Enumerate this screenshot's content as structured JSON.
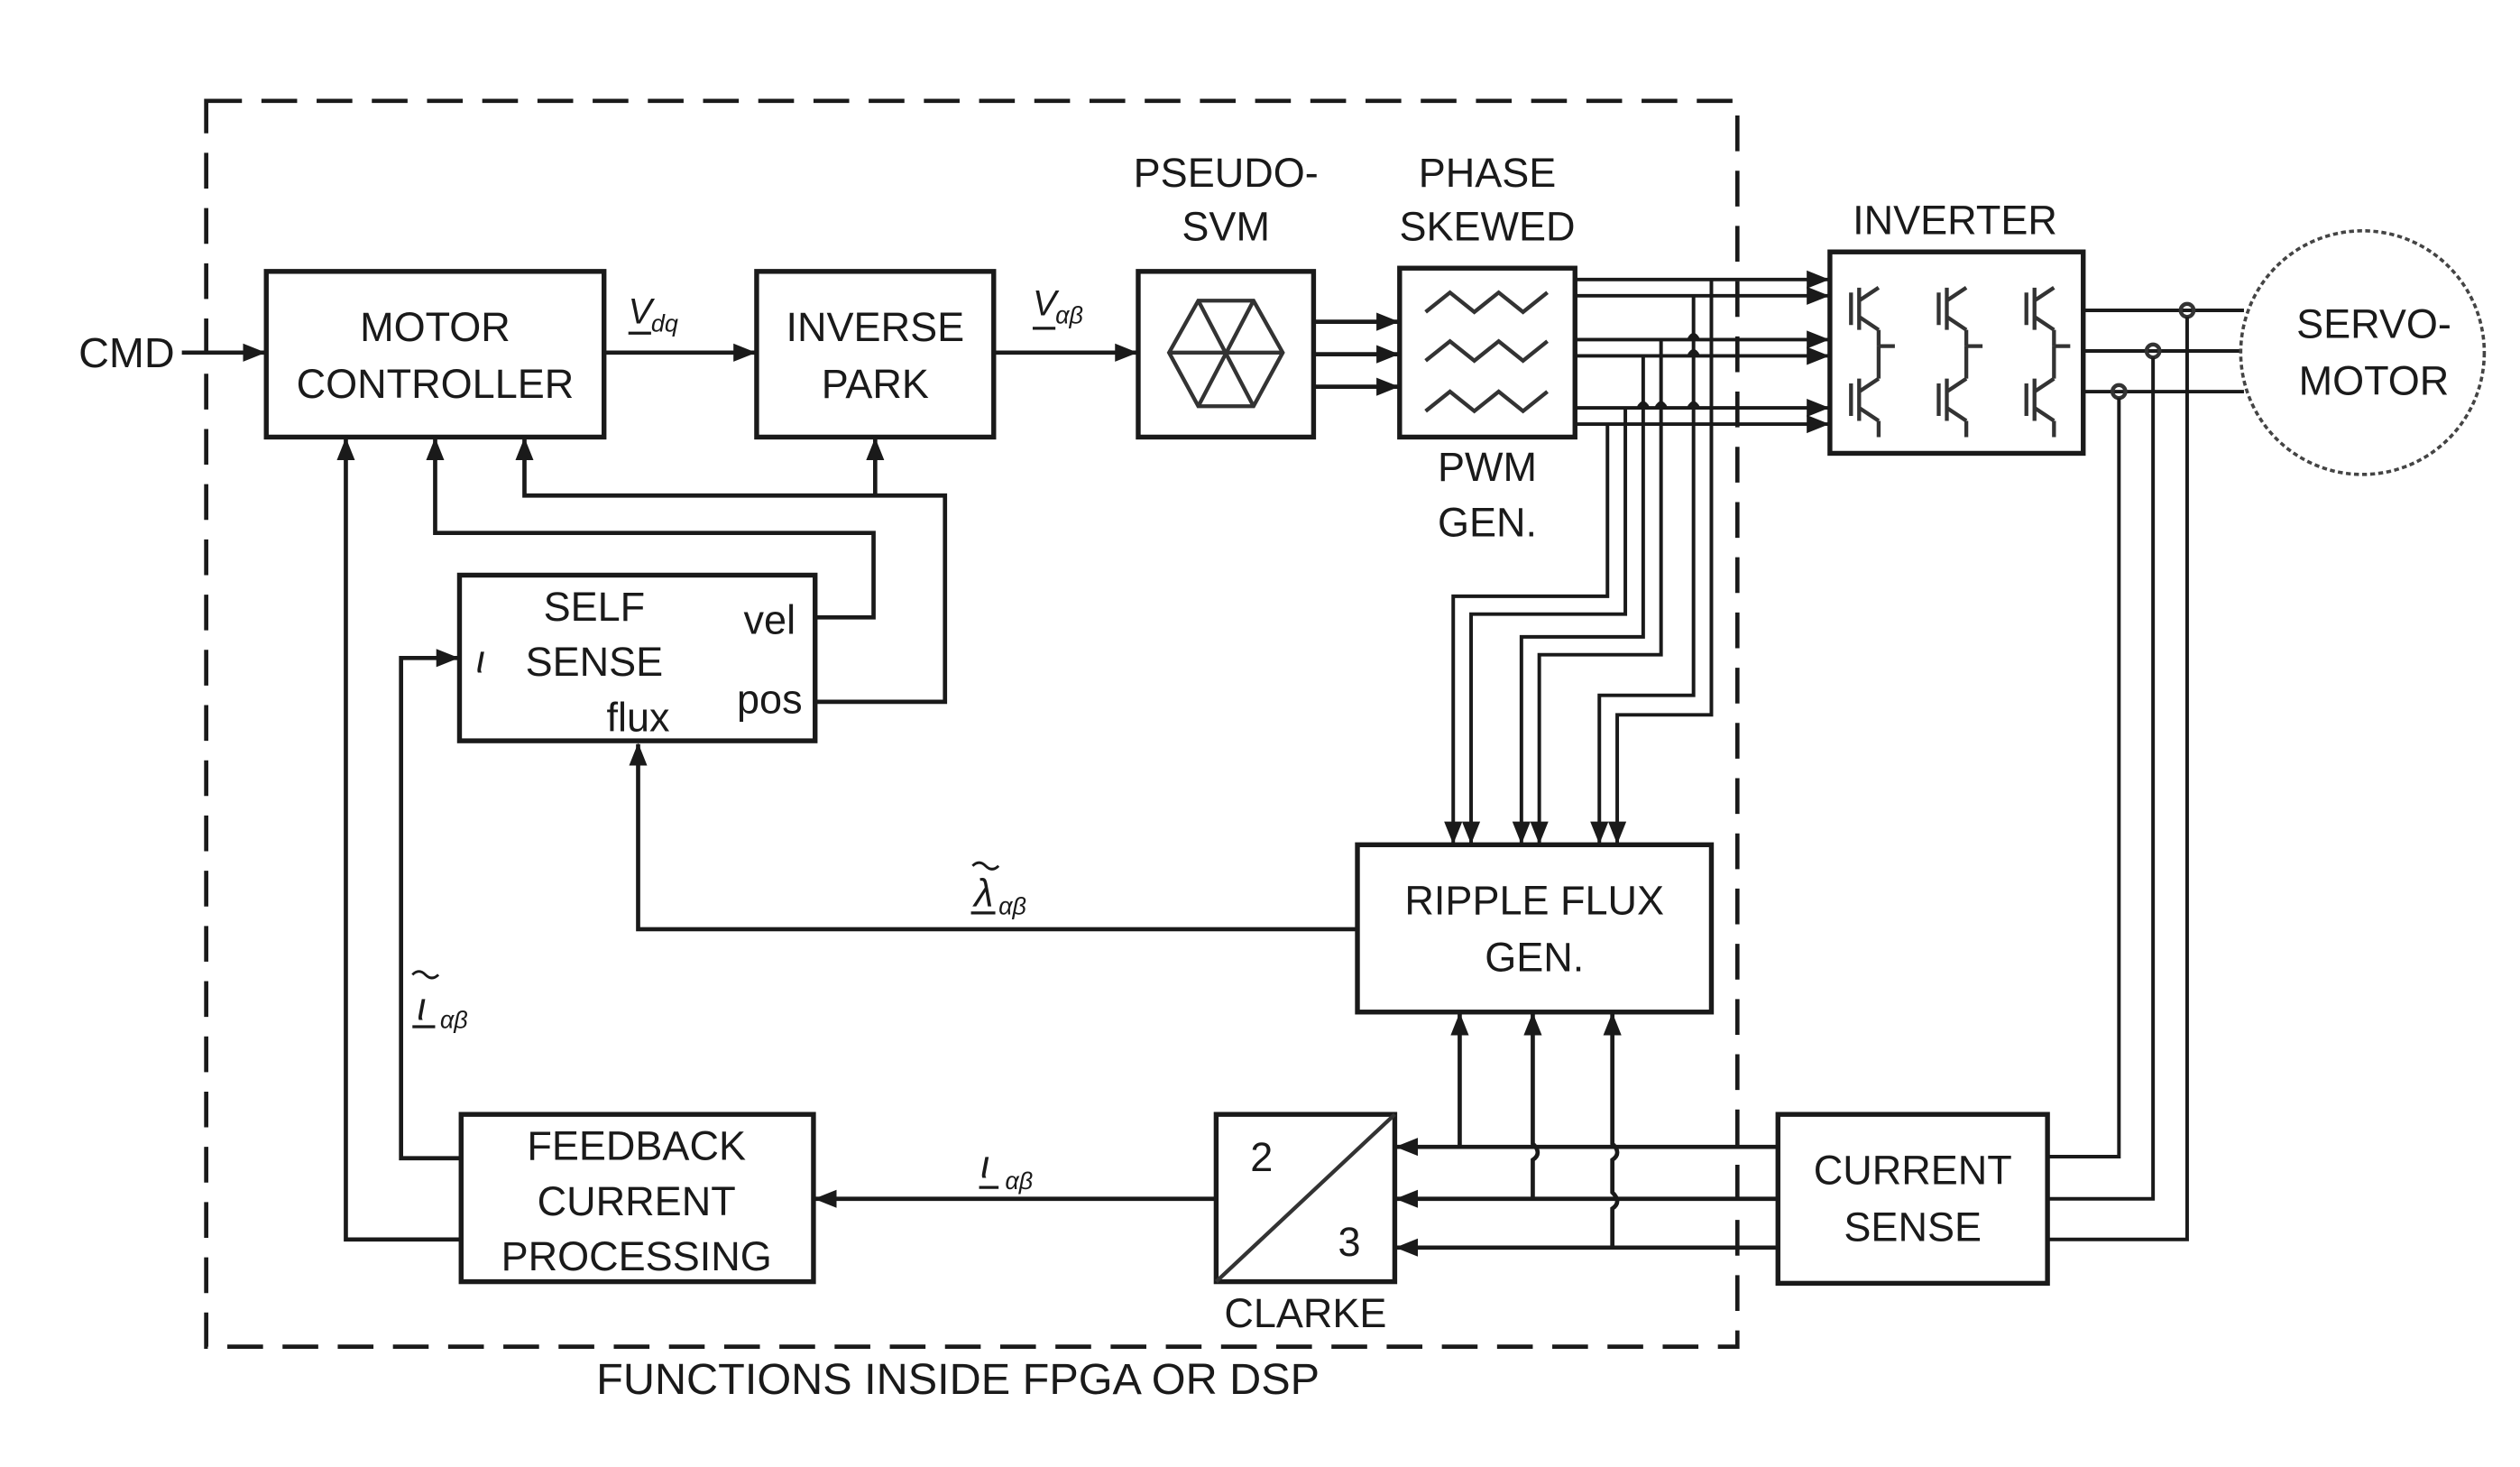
{
  "labels": {
    "cmd": "CMD",
    "motor_controller": [
      "MOTOR",
      "CONTROLLER"
    ],
    "inverse_park": [
      "INVERSE",
      "PARK"
    ],
    "pseudo_svm": [
      "PSEUDO-",
      "SVM"
    ],
    "phase_skewed": [
      "PHASE",
      "SKEWED"
    ],
    "pwm_gen": [
      "PWM",
      "GEN."
    ],
    "inverter": "INVERTER",
    "servo_motor": [
      "SERVO-",
      "MOTOR"
    ],
    "self_sense": [
      "SELF",
      "SENSE"
    ],
    "self_sense_flux": "flux",
    "self_sense_vel": "vel",
    "self_sense_pos": "pos",
    "self_sense_input": "ι",
    "ripple_flux_gen": [
      "RIPPLE FLUX",
      "GEN."
    ],
    "feedback_current": [
      "FEEDBACK",
      "CURRENT",
      "PROCESSING"
    ],
    "clarke": "CLARKE",
    "clarke_top": "2",
    "clarke_bottom": "3",
    "current_sense": [
      "CURRENT",
      "SENSE"
    ],
    "fpga_caption": "FUNCTIONS INSIDE FPGA OR DSP"
  },
  "signals": {
    "v_dq": {
      "base": "V",
      "sub": "dq"
    },
    "v_ab": {
      "base": "V",
      "sub": "αβ"
    },
    "lambda_ab": {
      "base": "λ",
      "sub": "αβ"
    },
    "i_ab_tilde": {
      "base": "ι",
      "sub": "αβ"
    },
    "i_ab": {
      "base": "ι",
      "sub": "αβ"
    }
  }
}
